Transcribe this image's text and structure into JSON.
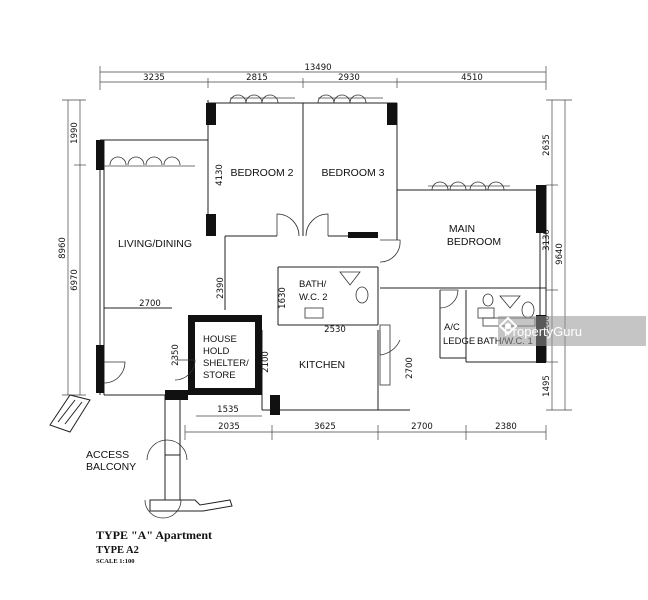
{
  "title": "TYPE \"A\" Apartment",
  "subtitle": "TYPE A2",
  "scale": "SCALE 1:100",
  "watermark": "PropertyGuru",
  "rooms": {
    "bedroom2": "BEDROOM 2",
    "bedroom3": "BEDROOM 3",
    "main_bedroom_1": "MAIN",
    "main_bedroom_2": "BEDROOM",
    "living_dining": "LIVING/DINING",
    "bath_wc2_1": "BATH/",
    "bath_wc2_2": "W.C. 2",
    "household_shelter_1": "HOUSE",
    "household_shelter_2": "HOLD",
    "household_shelter_3": "SHELTER/",
    "household_shelter_4": "STORE",
    "kitchen": "KITCHEN",
    "ac_ledge_1": "A/C",
    "ac_ledge_2": "LEDGE",
    "bath_wc1": "BATH/W.C. 1",
    "access_balcony_1": "ACCESS",
    "access_balcony_2": "BALCONY"
  },
  "dimensions": {
    "overall_top": "13490",
    "top_1": "3235",
    "top_2": "2815",
    "top_3": "2930",
    "top_4": "4510",
    "left_outer": "8960",
    "left_top": "1990",
    "left_mid": "6970",
    "bedroom2_height": "4130",
    "living_width": "2700",
    "corridor": "2390",
    "shelter_height": "2350",
    "bath2_height": "1630",
    "kitchen_width": "2530",
    "kitchen_side": "2100",
    "kitchen_right": "2700",
    "shelter_width": "1535",
    "right_top": "2635",
    "main_bed_height": "3130",
    "right_outer": "9640",
    "bath1_height": "1280",
    "right_bottom": "1495",
    "bottom_1": "2035",
    "bottom_2": "3625",
    "bottom_3": "2700",
    "bottom_4": "2380"
  }
}
